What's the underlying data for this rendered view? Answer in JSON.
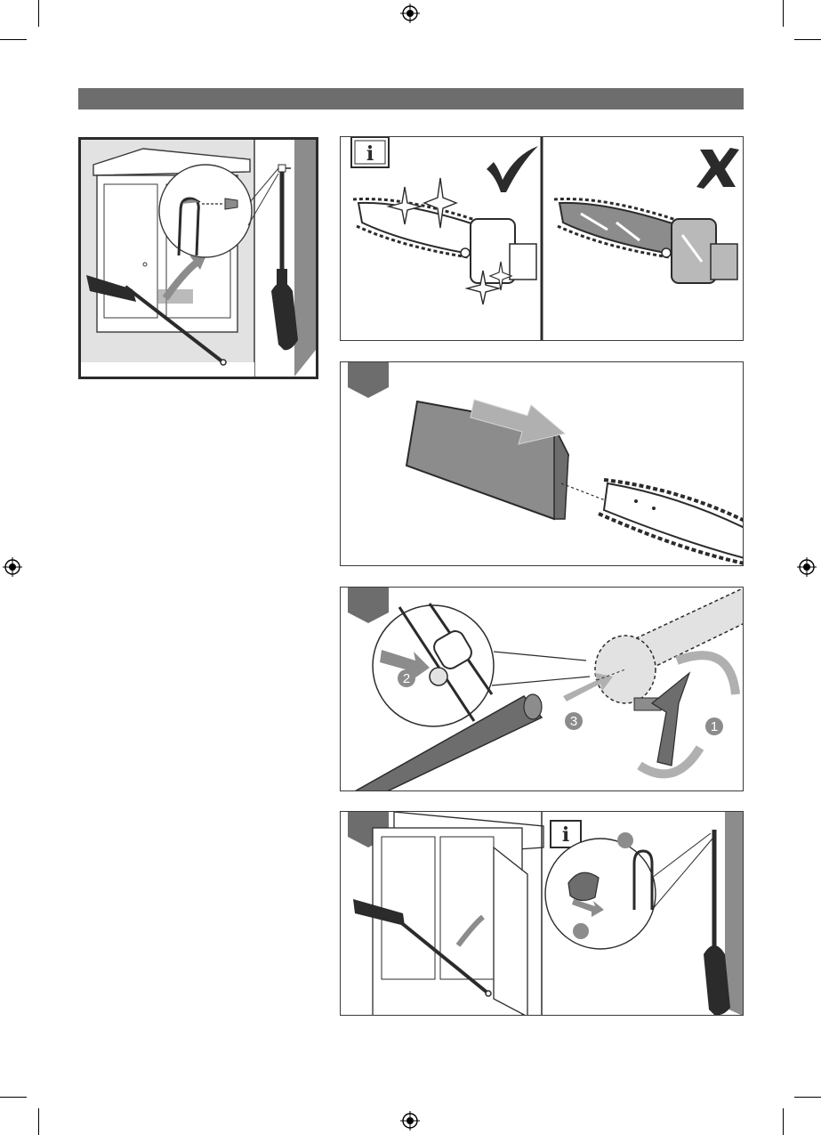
{
  "page": {
    "header_bar_color": "#6d6d6d",
    "accent_dark": "#3a3a3a",
    "accent_mid": "#8c8c8c",
    "accent_light": "#e2e2e2"
  },
  "icons": {
    "info": "i",
    "check": "check-mark-icon",
    "cross": "cross-mark-icon"
  },
  "steps": {
    "remove_shaft_callouts": [
      "1",
      "2",
      "3"
    ]
  }
}
